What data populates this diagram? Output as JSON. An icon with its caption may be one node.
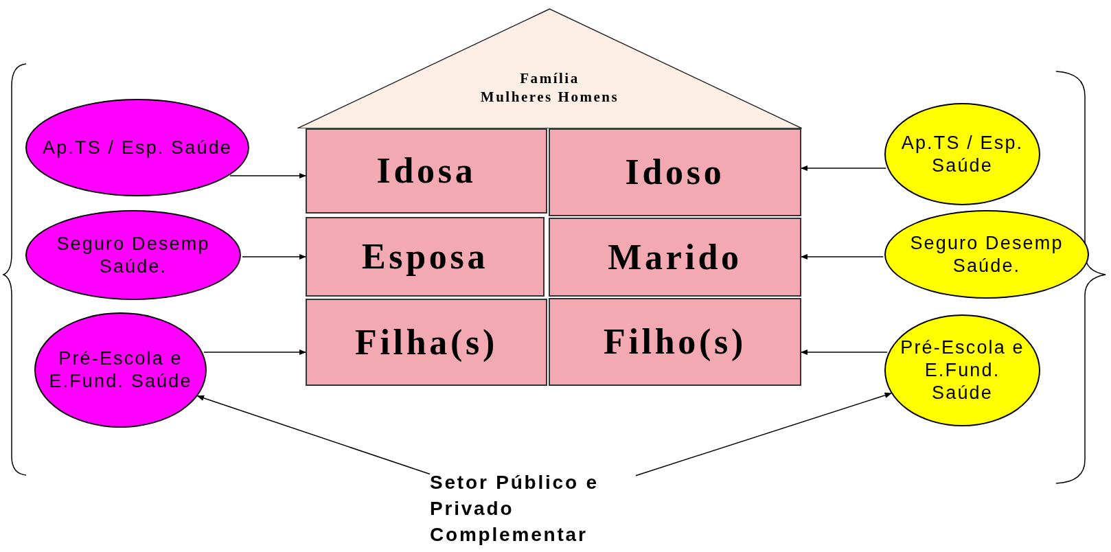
{
  "diagram": {
    "nodes": [
      {
        "text": [
          "Família",
          "Mulheres Homens"
        ]
      },
      {
        "text": [
          "Ap.TS / Esp. Saúde"
        ]
      },
      {
        "text": [
          "Idosa"
        ]
      },
      {
        "text": [
          "Idoso"
        ]
      },
      {
        "text": [
          "Ap.TS / Esp. Saúde"
        ]
      },
      {
        "text": [
          "Seguro Desemp Saúde."
        ]
      },
      {
        "text": [
          "Esposa"
        ]
      },
      {
        "text": [
          "Marido"
        ]
      },
      {
        "text": [
          "Seguro Desemp Saúde."
        ]
      },
      {
        "text": [
          "Pré-Escola e E.Fund. Saúde"
        ]
      },
      {
        "text": [
          "Filha(s)"
        ]
      },
      {
        "text": [
          "Filho(s)"
        ]
      },
      {
        "text": [
          "Pré-Escola e E.Fund. Saúde"
        ]
      },
      {
        "text": [
          "Setor Público e Privado Complementar"
        ]
      }
    ],
    "edges": [
      {
        "from": 1,
        "to": 2,
        "arrow": "to"
      },
      {
        "from": 4,
        "to": 3,
        "arrow": "to"
      },
      {
        "from": 5,
        "to": 6,
        "arrow": "to"
      },
      {
        "from": 8,
        "to": 7,
        "arrow": "to"
      },
      {
        "from": 9,
        "to": 10,
        "arrow": "to"
      },
      {
        "from": 12,
        "to": 11,
        "arrow": "to"
      },
      {
        "from": 13,
        "to": 9,
        "arrow": "to"
      },
      {
        "from": 13,
        "to": 12,
        "arrow": "to"
      }
    ]
  }
}
